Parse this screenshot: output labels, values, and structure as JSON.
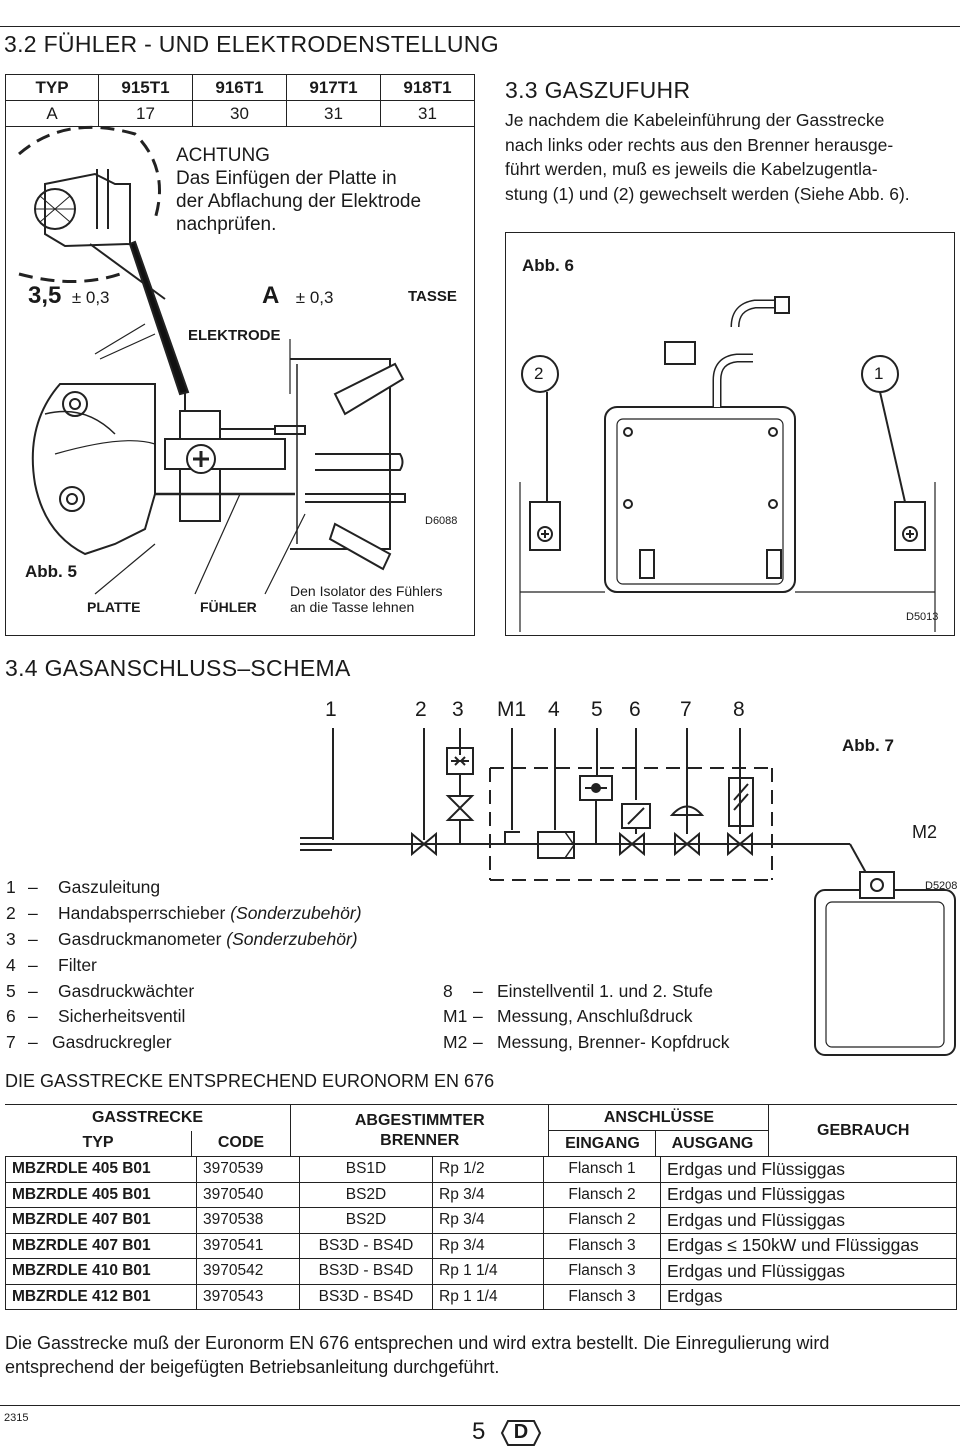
{
  "section_32": {
    "title": "3.2  FÜHLER - UND ELEKTRODENSTELLUNG"
  },
  "typ_table": {
    "header": [
      "TYP",
      "915T1",
      "916T1",
      "917T1",
      "918T1"
    ],
    "row": [
      "A",
      "17",
      "30",
      "31",
      "31"
    ]
  },
  "achtung": {
    "title": "ACHTUNG",
    "lines": [
      "Das Einfügen der Platte in",
      "der Abflachung der Elektrode",
      "nachprüfen."
    ]
  },
  "abb5": {
    "dim_35": "3,5",
    "tol_35": "± 0,3",
    "dim_a": "A",
    "tol_a": "± 0,3",
    "tasse": "TASSE",
    "elektrode": "ELEKTRODE",
    "code": "D6088",
    "label": "Abb. 5",
    "platte": "PLATTE",
    "fuehler": "FÜHLER",
    "isolator_1": "Den Isolator des Fühlers",
    "isolator_2": "an die Tasse lehnen"
  },
  "section_33": {
    "title": "3.3  GASZUFUHR",
    "lines": [
      "Je nachdem die Kabeleinführung der Gasstrecke",
      "nach links oder rechts aus den Brenner herausge-",
      "führt werden, muß es jeweils die Kabelzugentla-",
      "stung (1) und (2) gewechselt werden (Siehe Abb. 6)."
    ]
  },
  "abb6": {
    "label": "Abb. 6",
    "mark_2": "2",
    "mark_1": "1",
    "code": "D5013"
  },
  "section_34": {
    "title": "3.4  GASANSCHLUSS–SCHEMA"
  },
  "schema": {
    "numbers": [
      "1",
      "2",
      "3",
      "M1",
      "4",
      "5",
      "6",
      "7",
      "8"
    ],
    "abb7": "Abb. 7",
    "m2": "M2",
    "code": "D5208"
  },
  "legend_left": [
    {
      "num": "1",
      "text": "Gaszuleitung",
      "note": ""
    },
    {
      "num": "2",
      "text": "Handabsperrschieber",
      "note": "(Sonderzubehör)"
    },
    {
      "num": "3",
      "text": "Gasdruckmanometer",
      "note": "(Sonderzubehör)"
    },
    {
      "num": "4",
      "text": "Filter",
      "note": ""
    },
    {
      "num": "5",
      "text": "Gasdruckwächter",
      "note": ""
    },
    {
      "num": "6",
      "text": "Sicherheitsventil",
      "note": ""
    },
    {
      "num": "7",
      "text": "Gasdruckregler",
      "note": ""
    }
  ],
  "legend_right": [
    {
      "num": "8",
      "text": "Einstellventil 1. und 2. Stufe"
    },
    {
      "num": "M1",
      "text": "Messung, Anschlußdruck"
    },
    {
      "num": "M2",
      "text": "Messung, Brenner- Kopfdruck"
    }
  ],
  "gas_section": {
    "title": "DIE GASSTRECKE ENTSPRECHEND EURONORM  EN 676"
  },
  "gas_table": {
    "h_gasstrecke": "GASSTRECKE",
    "h_typ": "TYP",
    "h_code": "CODE",
    "h_abgestimmter": "ABGESTIMMTER",
    "h_brenner": "BRENNER",
    "h_anschluesse": "ANSCHLÜSSE",
    "h_eingang": "EINGANG",
    "h_ausgang": "AUSGANG",
    "h_gebrauch": "GEBRAUCH",
    "rows": [
      {
        "typ": "MBZRDLE 405 B01",
        "code": "3970539",
        "brenner": "BS1D",
        "eingang": "Rp 1/2",
        "ausgang": "Flansch 1",
        "gebrauch": "Erdgas und Flüssiggas"
      },
      {
        "typ": "MBZRDLE 405 B01",
        "code": "3970540",
        "brenner": "BS2D",
        "eingang": "Rp 3/4",
        "ausgang": "Flansch 2",
        "gebrauch": "Erdgas und Flüssiggas"
      },
      {
        "typ": "MBZRDLE 407 B01",
        "code": "3970538",
        "brenner": "BS2D",
        "eingang": "Rp 3/4",
        "ausgang": "Flansch 2",
        "gebrauch": "Erdgas und Flüssiggas"
      },
      {
        "typ": "MBZRDLE 407 B01",
        "code": "3970541",
        "brenner": "BS3D - BS4D",
        "eingang": "Rp 3/4",
        "ausgang": "Flansch 3",
        "gebrauch": "Erdgas ≤ 150kW und Flüssiggas"
      },
      {
        "typ": "MBZRDLE 410 B01",
        "code": "3970542",
        "brenner": "BS3D - BS4D",
        "eingang": "Rp 1 1/4",
        "ausgang": "Flansch 3",
        "gebrauch": "Erdgas und Flüssiggas"
      },
      {
        "typ": "MBZRDLE 412 B01",
        "code": "3970543",
        "brenner": "BS3D - BS4D",
        "eingang": "Rp 1 1/4",
        "ausgang": "Flansch 3",
        "gebrauch": "Erdgas"
      }
    ]
  },
  "footer_note": {
    "line1": "Die Gasstrecke muß der Euronorm EN 676 entsprechen und wird extra bestellt. Die Einregulierung wird",
    "line2": "entsprechend der beigefügten Betriebsanleitung durchgeführt."
  },
  "page_footer": {
    "doc_number": "2315",
    "page": "5",
    "lang": "D"
  }
}
